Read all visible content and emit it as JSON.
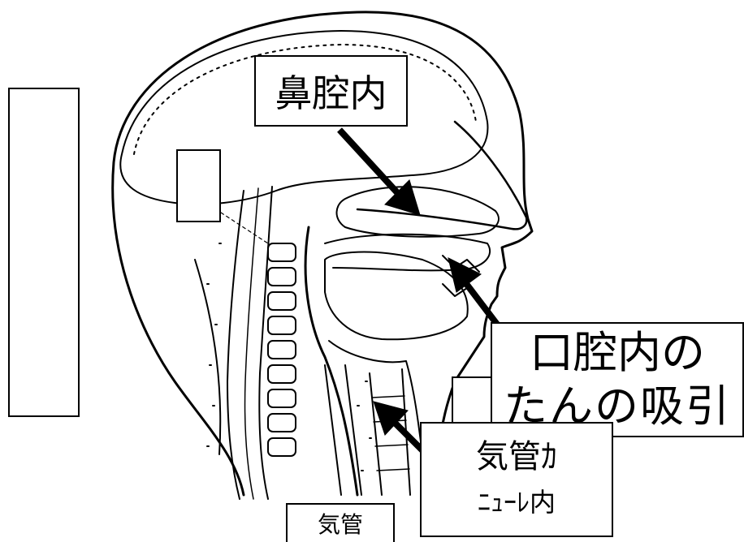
{
  "labels": {
    "nasal": "鼻腔内",
    "oral_line1": "口腔内の",
    "oral_line2": "たんの吸引",
    "tracheal_line1": "気管ｶ",
    "tracheal_line2": "ﾆｭｰﾚ内",
    "trachea": "気管"
  },
  "colors": {
    "ink": "#000000",
    "background": "#ffffff"
  }
}
